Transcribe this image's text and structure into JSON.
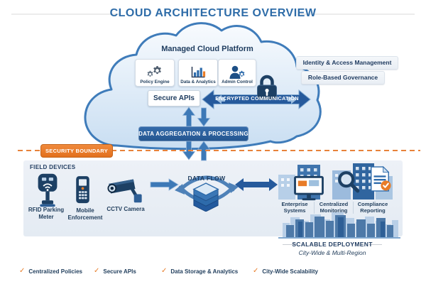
{
  "title": "CLOUD ARCHITECTURE OVERVIEW",
  "cloud": {
    "heading": "Managed Cloud Platform",
    "cards": [
      {
        "label": "Policy Engine",
        "icon": "gears-icon"
      },
      {
        "label": "Data & Analytics",
        "icon": "bar-chart-icon"
      },
      {
        "label": "Admin Control",
        "icon": "user-gear-icon"
      }
    ],
    "secure_apis": "Secure APIs",
    "encrypted_banner": "ENCRYPTED COMMUNICATION",
    "side_labels": [
      {
        "label": "Identity & Access Management"
      },
      {
        "label": "Role-Based Governance"
      }
    ]
  },
  "middleware": {
    "aggregation_banner": "DATA AGGREGATION & PROCESSING"
  },
  "security": {
    "boundary_label": "SECURITY BOUNDARY"
  },
  "field_devices": {
    "heading": "FIELD DEVICES",
    "devices": [
      {
        "label": "RFID Parking Meter",
        "icon": "parking-meter-icon"
      },
      {
        "label": "Mobile Enforcement",
        "icon": "handheld-device-icon"
      },
      {
        "label": "CCTV Camera",
        "icon": "cctv-camera-icon"
      }
    ]
  },
  "data_flow": {
    "label": "DATA FLOW",
    "icon": "database-icon"
  },
  "enterprise": {
    "items": [
      {
        "label": "Enterprise Systems",
        "icon": "monitor-icon"
      },
      {
        "label": "Centralized Monitoring",
        "icon": "magnifier-icon"
      },
      {
        "label": "Compliance Reporting",
        "icon": "report-check-icon"
      }
    ]
  },
  "deployment": {
    "title": "SCALABLE DEPLOYMENT",
    "subtitle": "City-Wide & Multi-Region"
  },
  "legend": {
    "check_glyph": "✓",
    "items": [
      {
        "label": "Centralized Policies"
      },
      {
        "label": "Secure APIs"
      },
      {
        "label": "Data Storage & Analytics"
      },
      {
        "label": "City-Wide Scalability"
      }
    ]
  },
  "colors": {
    "accent_blue": "#2e6ca8",
    "banner_blue": "#265a9c",
    "arrow_blue": "#3d79b7",
    "dark_navy": "#1d4064",
    "text_navy": "#24415f",
    "orange": "#e87c28",
    "panel_bg": "#e9eef5",
    "cloud_stroke": "#3f7cba"
  }
}
